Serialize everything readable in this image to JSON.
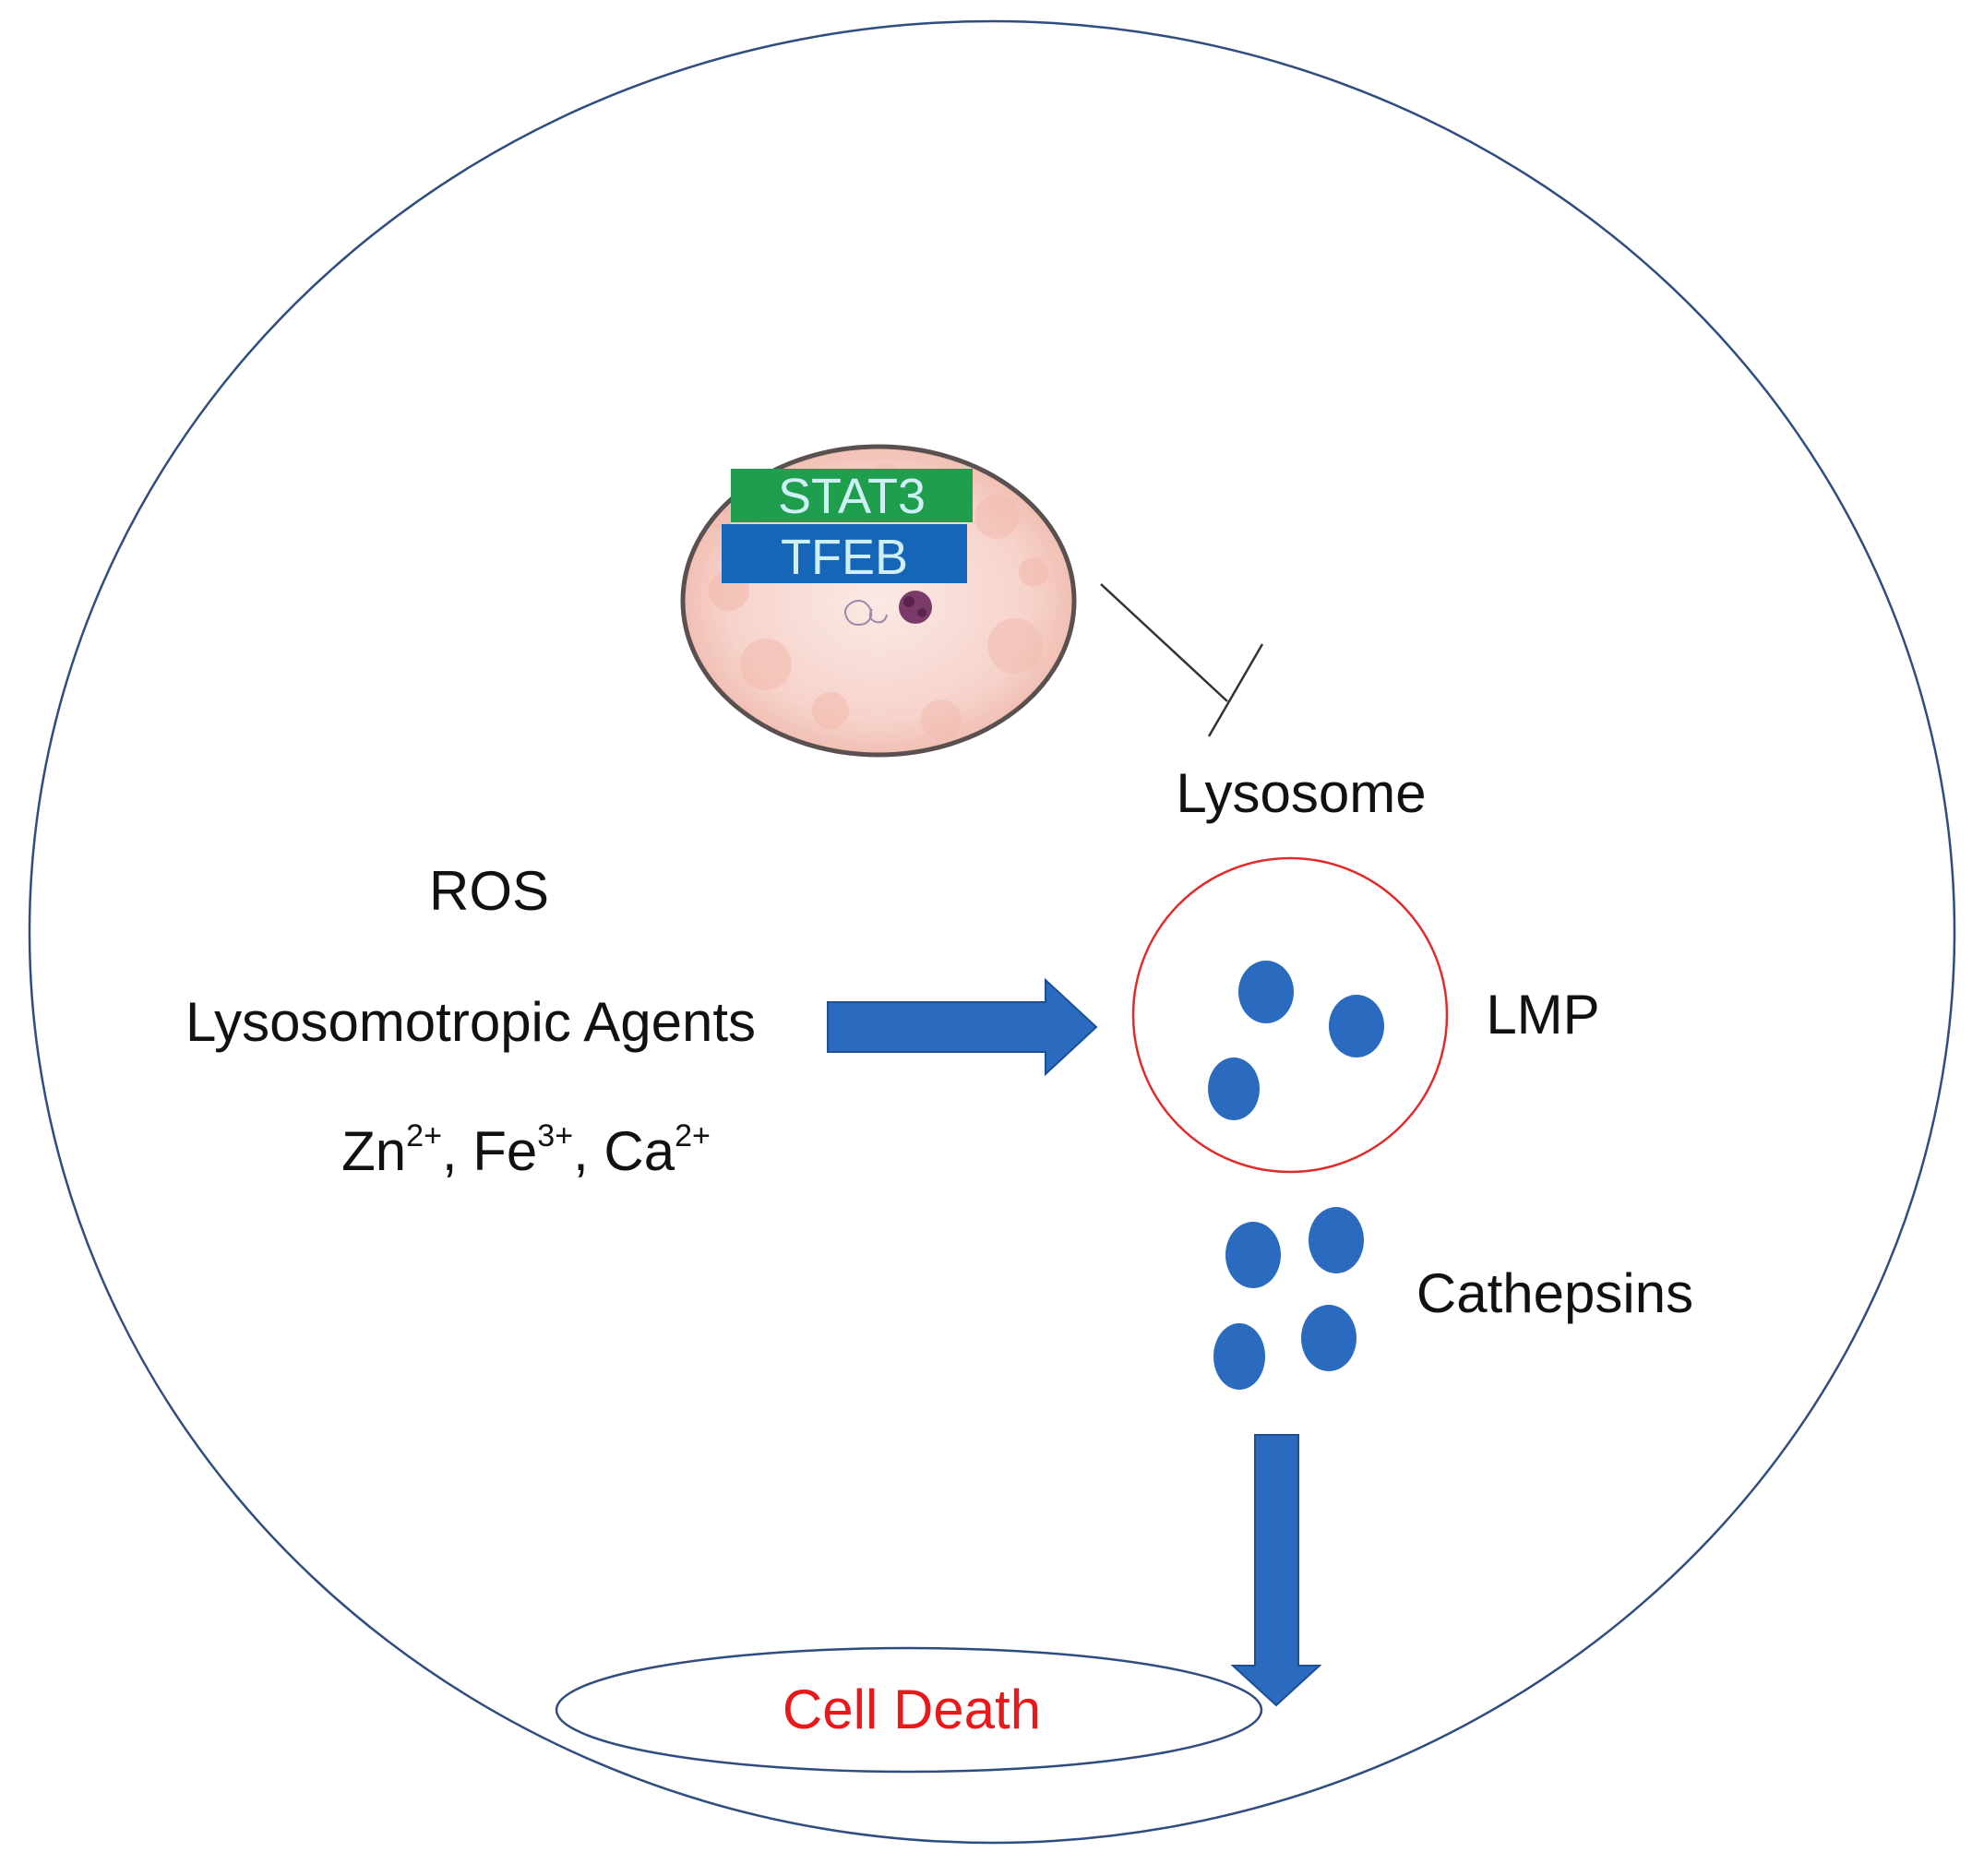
{
  "nucleus": {
    "labels": [
      "STAT3",
      "TFEB"
    ]
  },
  "labels": {
    "lysosome": "Lysosome",
    "lmp": "LMP",
    "cathepsins": "Cathepsins",
    "cell_death": "Cell Death"
  },
  "inducers": {
    "ros": "ROS",
    "agents": "Lysosomotropic Agents",
    "ions": [
      {
        "base": "Zn",
        "charge": "2+"
      },
      {
        "base": "Fe",
        "charge": "3+"
      },
      {
        "base": "Ca",
        "charge": "2+"
      }
    ],
    "separator": ", "
  },
  "colors": {
    "cell_membrane": "#2f4d7e",
    "arrow_blue": "#2a6bc0",
    "dot_blue": "#2a6bc0",
    "lysosome_ring": "#e02b2b",
    "cell_death_text": "#e8191b",
    "stat3_box": "#1f9e4d",
    "tfeb_box": "#1566b8",
    "box_text": "#cfeff7",
    "nucleus_fill": "#f6d7d0",
    "nucleus_border": "#5a5050"
  }
}
